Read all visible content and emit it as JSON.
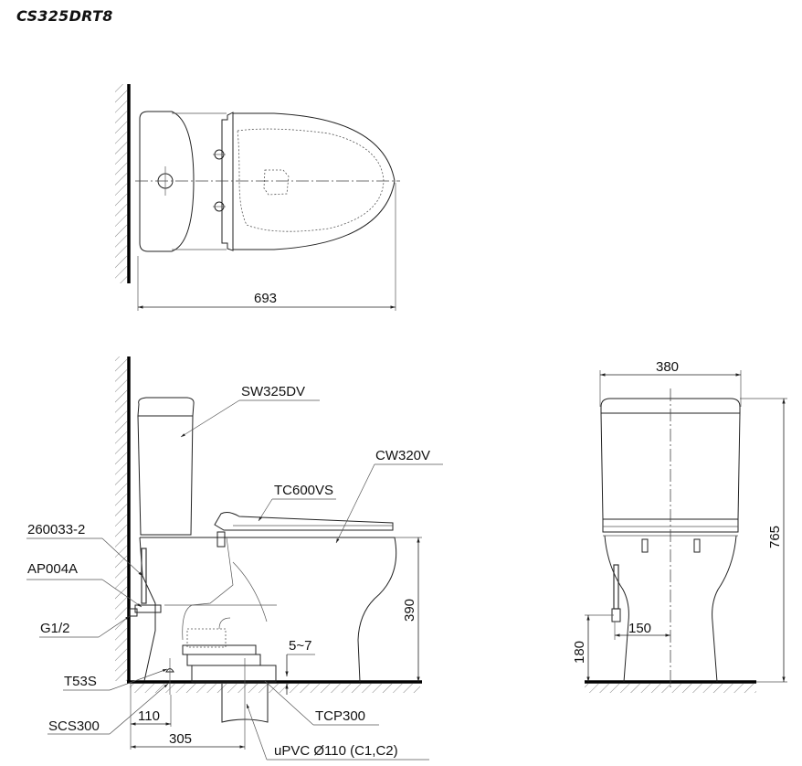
{
  "title": "CS325DRT8",
  "top_view": {
    "dimensions": {
      "length": "693"
    }
  },
  "side_view": {
    "part_labels": {
      "tank": "SW325DV",
      "bowl": "CW320V",
      "seat": "TC600VS",
      "hose": "260033-2",
      "valve": "AP004A",
      "thread": "G1/2",
      "bolt": "T53S",
      "screw": "SCS300",
      "flange": "TCP300",
      "pipe": "uPVC Ø110 (C1,C2)"
    },
    "dimensions": {
      "seat_height": "390",
      "gap": "5~7",
      "bolt_offset": "110",
      "outlet_distance": "305"
    }
  },
  "front_view": {
    "dimensions": {
      "width": "380",
      "total_height": "765",
      "inlet_height": "180",
      "inlet_offset": "150"
    }
  }
}
